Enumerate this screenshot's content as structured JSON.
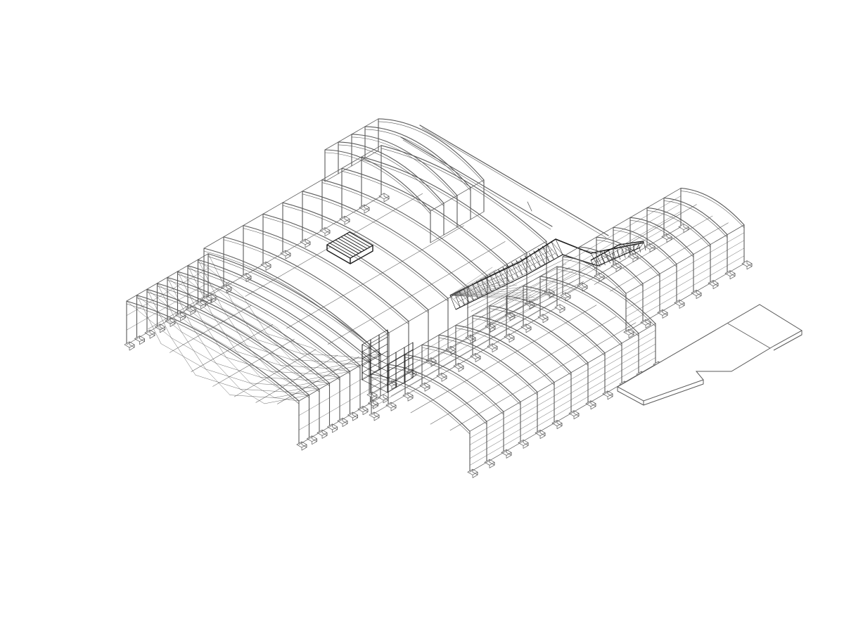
{
  "drawing": {
    "kind": "exploded axonometric structural wireframe",
    "line_color": "#5a5a5a",
    "dark_color": "#1a1a1a",
    "background": "#ffffff",
    "frames": {
      "west_hall": 9,
      "central_hall": 10,
      "north_arches": 5,
      "south_hall": 12,
      "east_hall": 8
    }
  }
}
